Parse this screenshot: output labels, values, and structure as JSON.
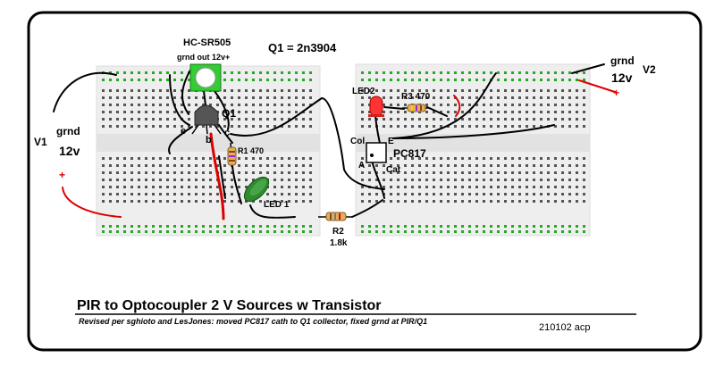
{
  "labels": {
    "hc_sr505": "HC-SR505",
    "pir_pins": "grnd out 12v+",
    "q1_part": "Q1 = 2n3904",
    "q1": "Q1",
    "pin_e": "e",
    "pin_b": "b",
    "pin_c": "c",
    "r1": "R1 470",
    "led1": "LED 1",
    "v1": "V1",
    "v1_grnd": "grnd",
    "v1_volts": "12v",
    "v1_plus": "+",
    "r2": "R2",
    "r2_value": "1.8k",
    "led2": "LED2",
    "r3": "R3 470",
    "col": "Col",
    "emitter": "E",
    "pc817": "PC817",
    "anode": "A",
    "cat": "Cat",
    "v2": "V2",
    "v2_grnd": "grnd",
    "v2_volts": "12v",
    "v2_plus": "+"
  },
  "title": "PIR to Optocoupler 2 V Sources w Transistor",
  "revision_note": "Revised per sghioto and LesJones: moved PC817 cath to Q1 collector, fixed grnd at PIR/Q1",
  "revision_code": "210102 acp",
  "colors": {
    "wire_black": "#000000",
    "wire_red": "#dd0000",
    "pir_green": "#33cc33",
    "led1_green": "#2e8b2e",
    "led2_red": "#ff3333",
    "breadboard": "#eeeeee",
    "rail_dot": "#22aa22"
  }
}
